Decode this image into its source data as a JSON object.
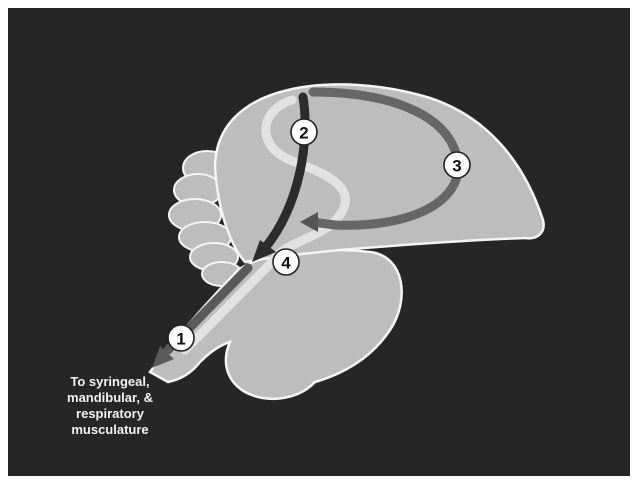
{
  "diagram": {
    "markers": [
      "1",
      "2",
      "3",
      "4"
    ],
    "caption_lines": [
      "To syringeal,",
      "mandibular, &",
      "respiratory",
      "musculature"
    ]
  }
}
